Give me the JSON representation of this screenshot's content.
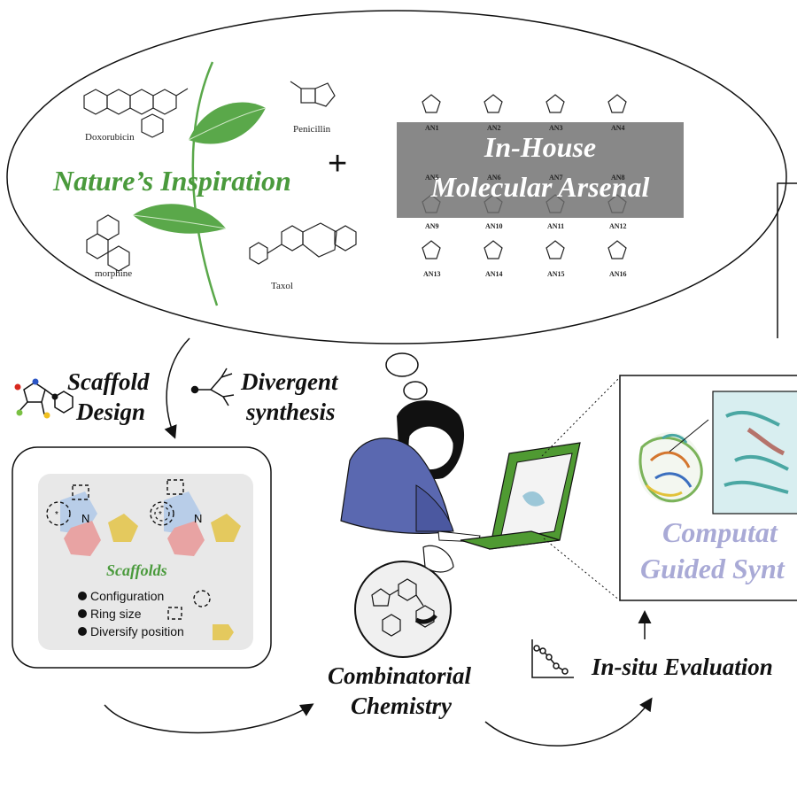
{
  "inspiration": {
    "title": "Nature’s Inspiration",
    "molecules": [
      "Doxorubicin",
      "Penicillin",
      "morphine",
      "Taxol"
    ]
  },
  "plus": "+",
  "arsenal": {
    "title_line1": "In-House",
    "title_line2": "Molecular Arsenal",
    "compounds": [
      "AN1",
      "AN2",
      "AN3",
      "AN4",
      "AN5",
      "AN6",
      "AN7",
      "AN8",
      "AN9",
      "AN10",
      "AN11",
      "AN12",
      "AN13",
      "AN14",
      "AN15",
      "AN16"
    ]
  },
  "steps": {
    "scaffold_design": [
      "Scaffold",
      "Design"
    ],
    "divergent_synthesis": [
      "Divergent",
      "synthesis"
    ],
    "combinatorial_chemistry": [
      "Combinatorial",
      "Chemistry"
    ],
    "insitu_evaluation": "In-situ Evaluation",
    "computation_guided": [
      "Computat",
      "Guided Synt"
    ]
  },
  "scaffolds_panel": {
    "title": "Scaffolds",
    "legend": [
      "Configuration",
      "Ring size",
      "Diversify position"
    ]
  },
  "colors": {
    "nature_green": "#4a9a3c",
    "leaf_green": "#5aa84a",
    "arsenal_overlay": "#6e6e6e",
    "panel_bg": "#e8e8e8",
    "ring_blue": "#b8cde8",
    "ring_pink": "#e8a3a3",
    "pentagon_yellow": "#e4c95e",
    "computation_lavender": "#a9aad6",
    "laptop_green": "#4f9a32",
    "hoodie_blue": "#5a68b0"
  }
}
